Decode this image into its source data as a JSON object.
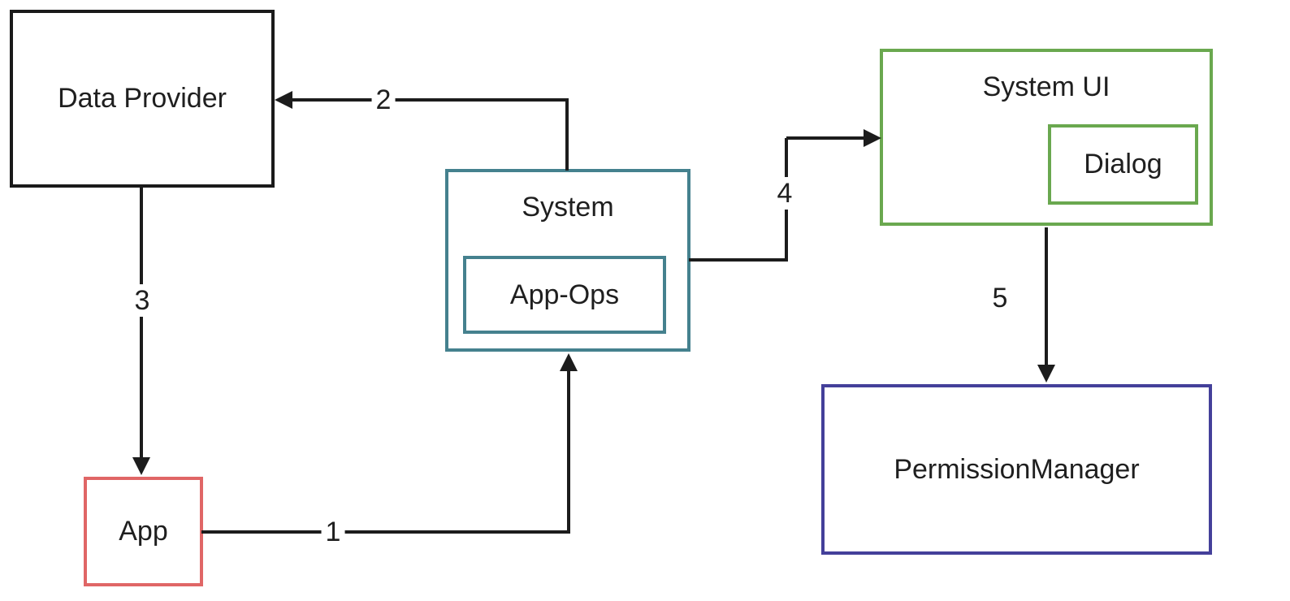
{
  "diagram": {
    "type": "flow-diagram",
    "background": "#ffffff",
    "line_color": "#1c1c1c",
    "nodes": {
      "data_provider": {
        "label": "Data Provider",
        "border_color": "#1a1a1a"
      },
      "system": {
        "label": "System",
        "border_color": "#45818e"
      },
      "app_ops": {
        "label": "App-Ops",
        "border_color": "#45818e",
        "parent": "system"
      },
      "system_ui": {
        "label": "System UI",
        "border_color": "#6aa84f"
      },
      "dialog": {
        "label": "Dialog",
        "border_color": "#6aa84f",
        "parent": "system_ui"
      },
      "app": {
        "label": "App",
        "border_color": "#e06666"
      },
      "permission_manager": {
        "label": "PermissionManager",
        "border_color": "#44409a"
      }
    },
    "edges": [
      {
        "label": "1",
        "from": "app",
        "to": "system"
      },
      {
        "label": "2",
        "from": "system",
        "to": "data_provider"
      },
      {
        "label": "3",
        "from": "data_provider",
        "to": "app"
      },
      {
        "label": "4",
        "from": "system",
        "to": "system_ui"
      },
      {
        "label": "5",
        "from": "system_ui",
        "to": "permission_manager"
      }
    ]
  }
}
